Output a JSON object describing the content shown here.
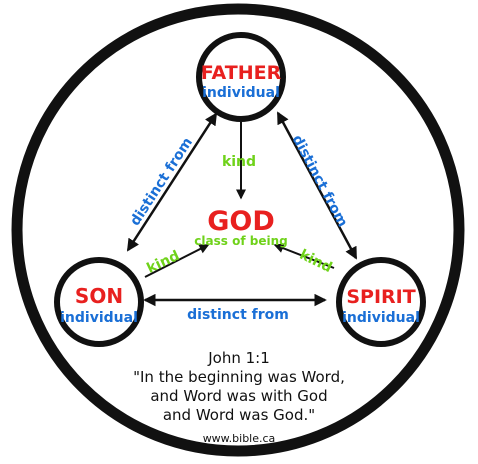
{
  "nodes": {
    "father": {
      "title": "FATHER",
      "subtitle": "individual"
    },
    "son": {
      "title": "SON",
      "subtitle": "individual"
    },
    "spirit": {
      "title": "SPIRIT",
      "subtitle": "individual"
    },
    "god": {
      "title": "GOD",
      "subtitle": "class of being"
    }
  },
  "relations": {
    "father_son": "distinct from",
    "father_spirit": "distinct from",
    "son_spirit": "distinct from",
    "father_god": "kind",
    "son_god": "kind",
    "spirit_god": "kind"
  },
  "verse": {
    "reference": "John 1:1",
    "line1": "\"In the beginning was Word,",
    "line2": "and Word was with God",
    "line3": "and Word was God.\""
  },
  "footer": {
    "website": "www.bible.ca"
  },
  "colors": {
    "title_red": "#e8201f",
    "individual_blue": "#1a6fd6",
    "kind_green": "#6fd21a",
    "ink": "#111111"
  }
}
